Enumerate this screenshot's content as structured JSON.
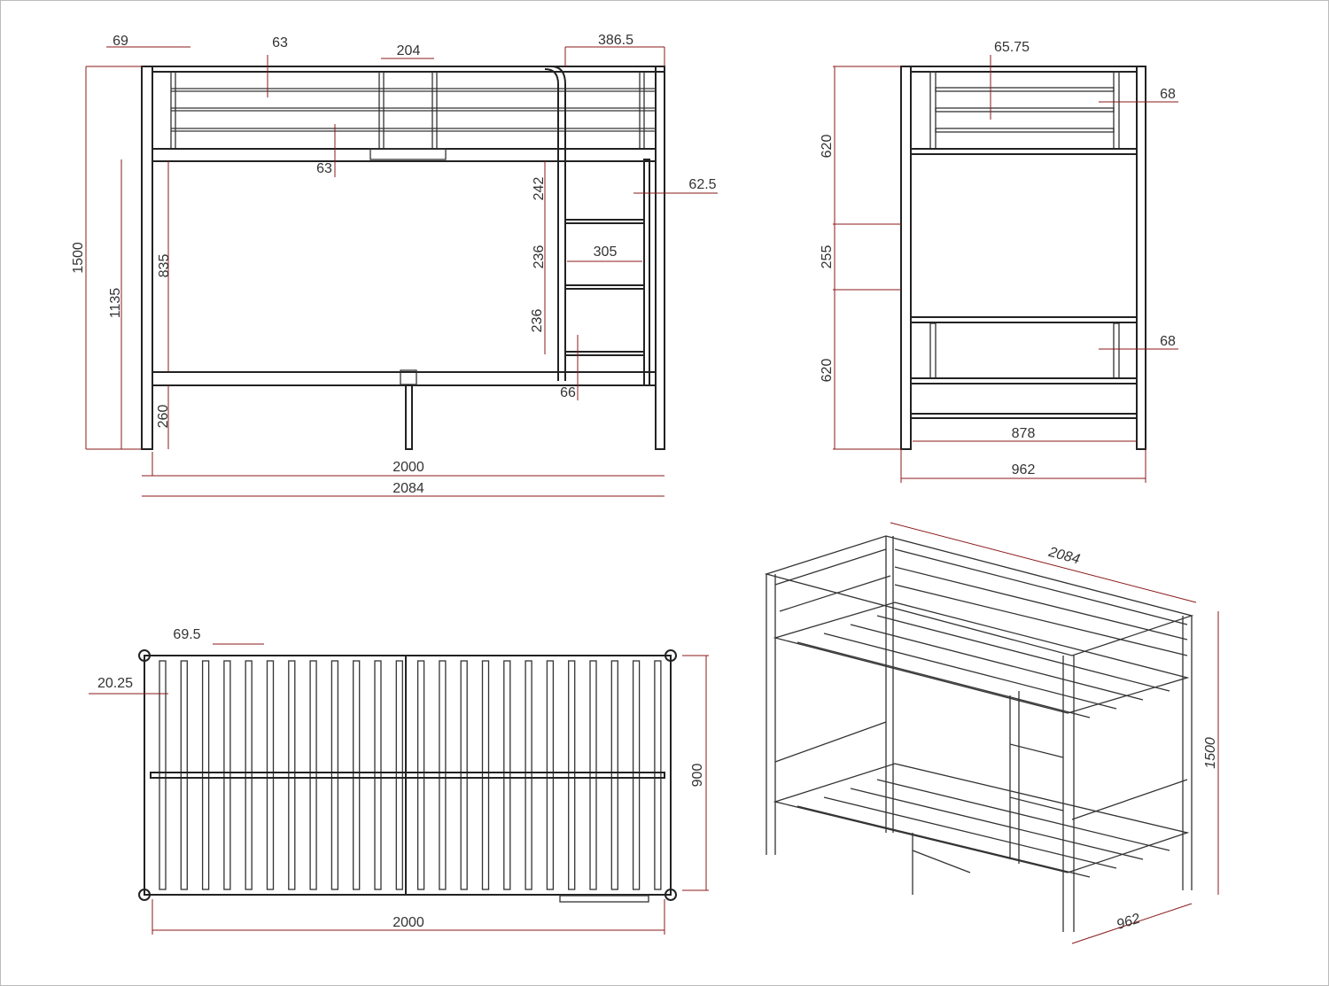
{
  "colors": {
    "dimension_line": "#8b1a1a",
    "outline": "#222222",
    "text": "#333333"
  },
  "front_view": {
    "dims": {
      "top_post_offset": "69",
      "rail_spacing_top": "63",
      "ladder_gap_width": "204",
      "ladder_offset": "386.5",
      "rail_spacing_bottom": "63",
      "post_inset": "62.5",
      "rung_1": "242",
      "rung_2": "236",
      "rung_3": "236",
      "ladder_width": "305",
      "ladder_bottom": "66",
      "total_height": "1500",
      "upper_frame_height": "1135",
      "bunk_clearance": "835",
      "leg_height": "260",
      "inner_length": "2000",
      "total_length": "2084"
    }
  },
  "side_view": {
    "dims": {
      "rail_spacing": "65.75",
      "top_guard_offset": "68",
      "bottom_guard_offset": "68",
      "upper_section": "620",
      "middle_section": "255",
      "lower_section": "620",
      "inner_width": "878",
      "total_width": "962"
    }
  },
  "slat_view": {
    "dims": {
      "slat_spacing": "69.5",
      "slat_width": "20.25",
      "width": "900",
      "length": "2000"
    }
  },
  "iso_view": {
    "dims": {
      "length": "2084",
      "height": "1500",
      "width": "962"
    }
  }
}
